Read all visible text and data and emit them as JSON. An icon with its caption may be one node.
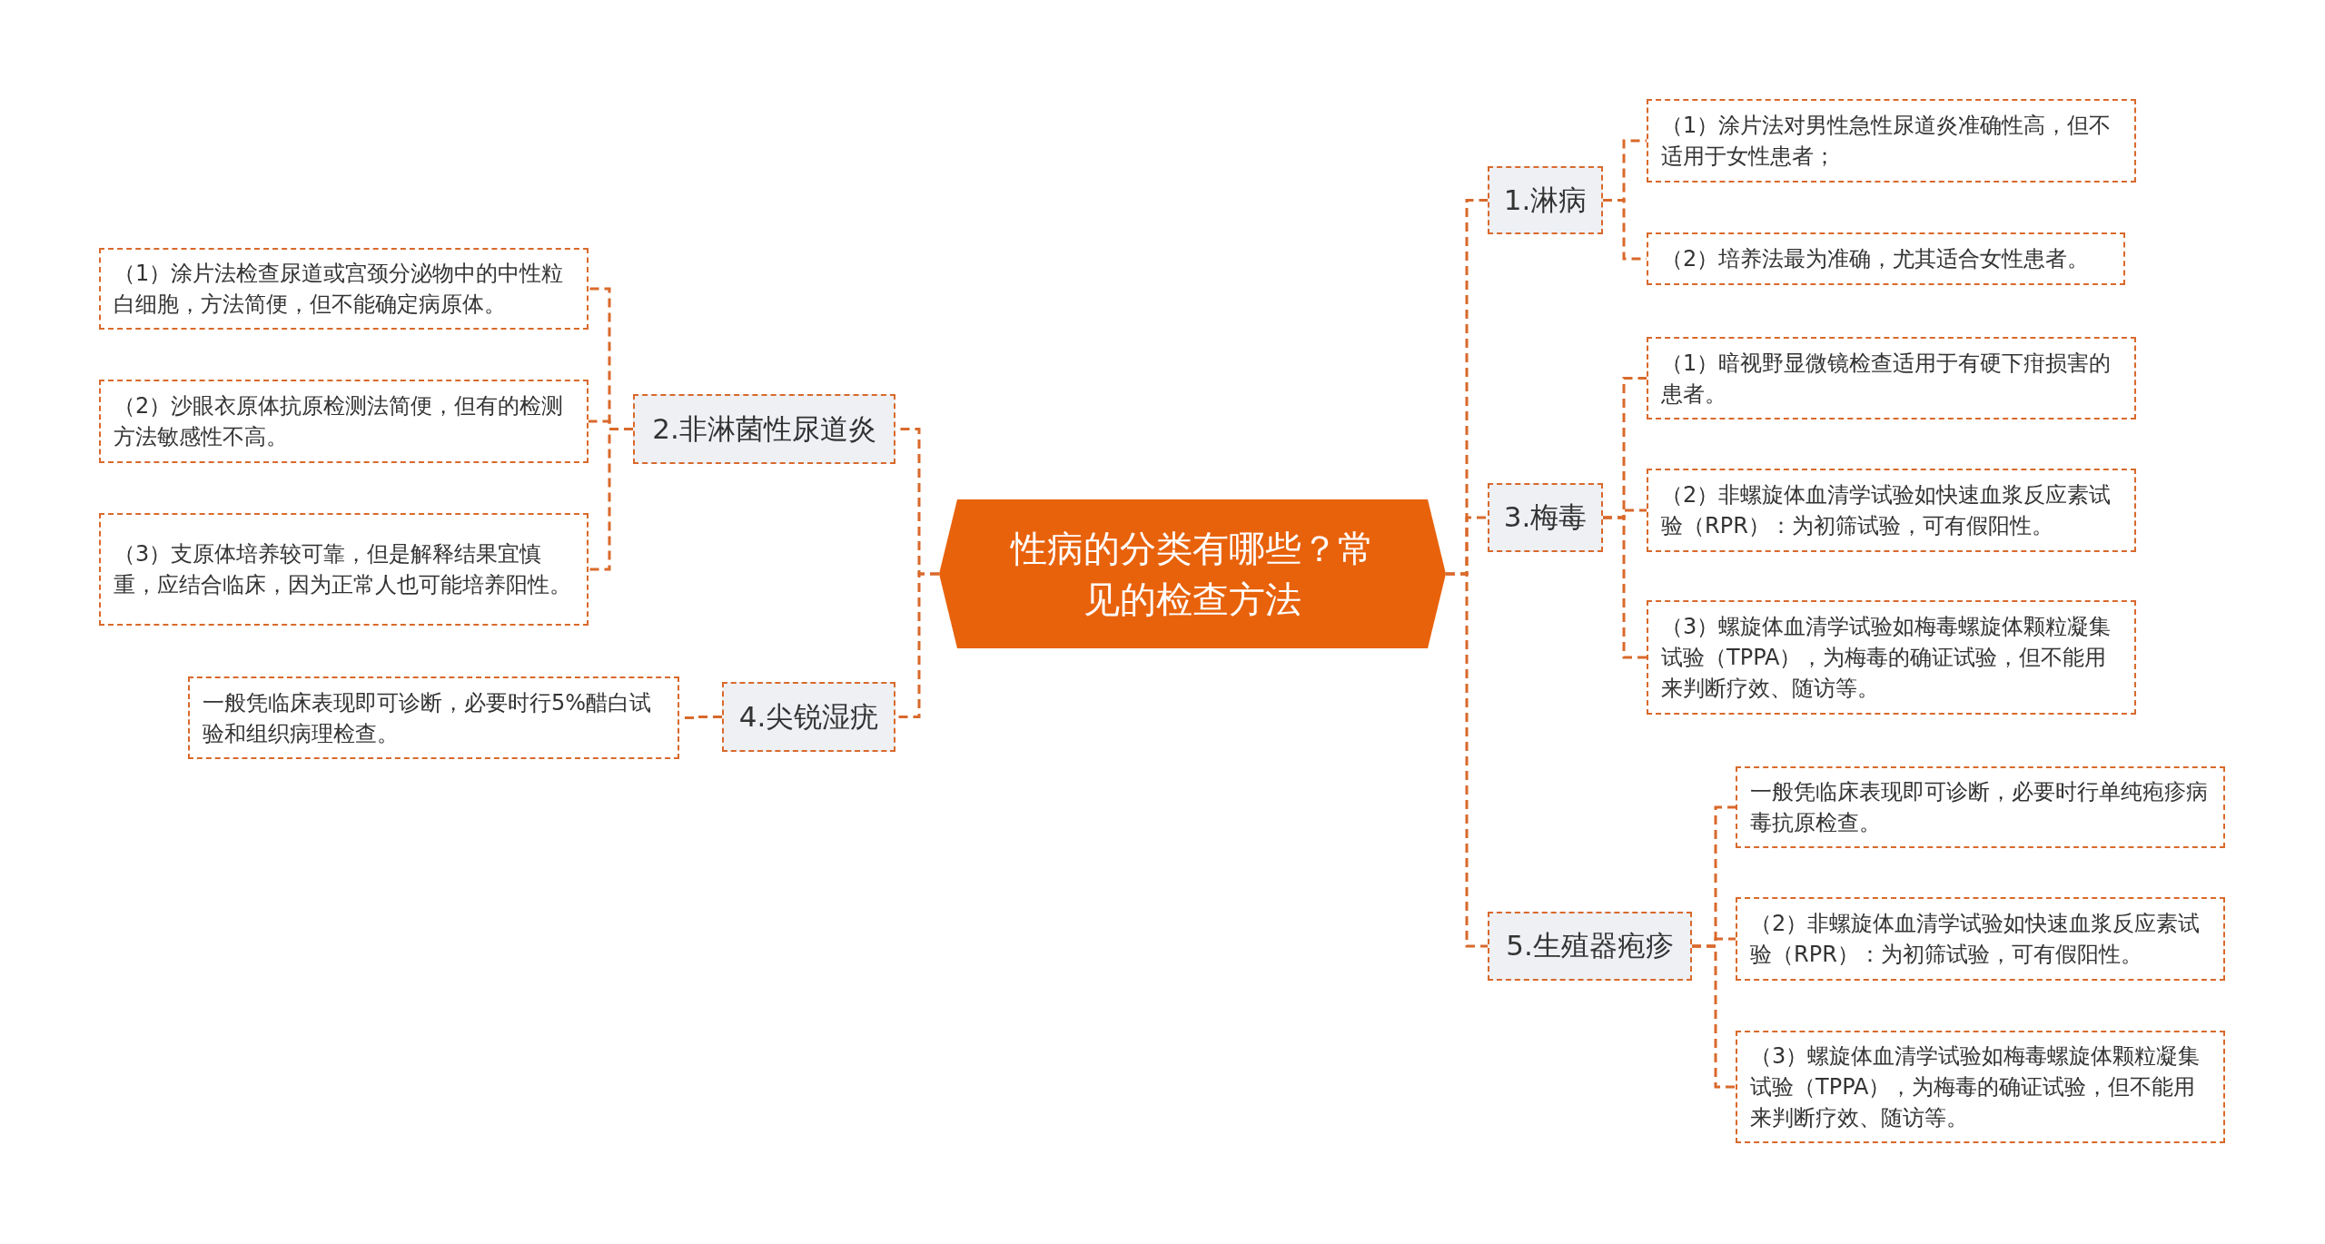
{
  "diagram": {
    "nodes": [
      {
        "text": [
          "性病的分类有哪些？常见的检查方法"
        ]
      },
      {
        "text": [
          "1.淋病"
        ]
      },
      {
        "text": [
          "（1）涂片法对男性急性尿道炎准确性高，但不适用于女性患者；"
        ]
      },
      {
        "text": [
          "（2）培养法最为准确，尤其适合女性患者。"
        ]
      },
      {
        "text": [
          "2.非淋菌性尿道炎"
        ]
      },
      {
        "text": [
          "（1）涂片法检查尿道或宫颈分泌物中的中性粒白细胞，方法简便，但不能确定病原体。"
        ]
      },
      {
        "text": [
          "（2）沙眼衣原体抗原检测法简便，但有的检测方法敏感性不高。"
        ]
      },
      {
        "text": [
          "（3）支原体培养较可靠，但是解释结果宜慎重，应结合临床，因为正常人也可能培养阳性。"
        ]
      },
      {
        "text": [
          "3.梅毒"
        ]
      },
      {
        "text": [
          "（1）暗视野显微镜检查适用于有硬下疳损害的患者。"
        ]
      },
      {
        "text": [
          "（2）非螺旋体血清学试验如快速血浆反应素试验（RPR）：为初筛试验，可有假阳性。"
        ]
      },
      {
        "text": [
          "（3）螺旋体血清学试验如梅毒螺旋体颗粒凝集试验（TPPA），为梅毒的确证试验，但不能用来判断疗效、随访等。"
        ]
      },
      {
        "text": [
          "4.尖锐湿疣"
        ]
      },
      {
        "text": [
          "一般凭临床表现即可诊断，必要时行5%醋白试验和组织病理检查。"
        ]
      },
      {
        "text": [
          "5.生殖器疱疹"
        ]
      },
      {
        "text": [
          "一般凭临床表现即可诊断，必要时行单纯疱疹病毒抗原检查。"
        ]
      },
      {
        "text": [
          "（2）非螺旋体血清学试验如快速血浆反应素试验（RPR）：为初筛试验，可有假阳性。"
        ]
      },
      {
        "text": [
          "（3）螺旋体血清学试验如梅毒螺旋体颗粒凝集试验（TPPA），为梅毒的确证试验，但不能用来判断疗效、随访等。"
        ]
      }
    ],
    "edges": [
      {
        "from": 0,
        "to": 1,
        "arrow": "none"
      },
      {
        "from": 1,
        "to": 2,
        "arrow": "none"
      },
      {
        "from": 1,
        "to": 3,
        "arrow": "none"
      },
      {
        "from": 0,
        "to": 4,
        "arrow": "none"
      },
      {
        "from": 4,
        "to": 5,
        "arrow": "none"
      },
      {
        "from": 4,
        "to": 6,
        "arrow": "none"
      },
      {
        "from": 4,
        "to": 7,
        "arrow": "none"
      },
      {
        "from": 0,
        "to": 8,
        "arrow": "none"
      },
      {
        "from": 8,
        "to": 9,
        "arrow": "none"
      },
      {
        "from": 8,
        "to": 10,
        "arrow": "none"
      },
      {
        "from": 8,
        "to": 11,
        "arrow": "none"
      },
      {
        "from": 0,
        "to": 12,
        "arrow": "none"
      },
      {
        "from": 12,
        "to": 13,
        "arrow": "none"
      },
      {
        "from": 0,
        "to": 14,
        "arrow": "none"
      },
      {
        "from": 14,
        "to": 15,
        "arrow": "none"
      },
      {
        "from": 14,
        "to": 16,
        "arrow": "none"
      },
      {
        "from": 14,
        "to": 17,
        "arrow": "none"
      }
    ]
  }
}
